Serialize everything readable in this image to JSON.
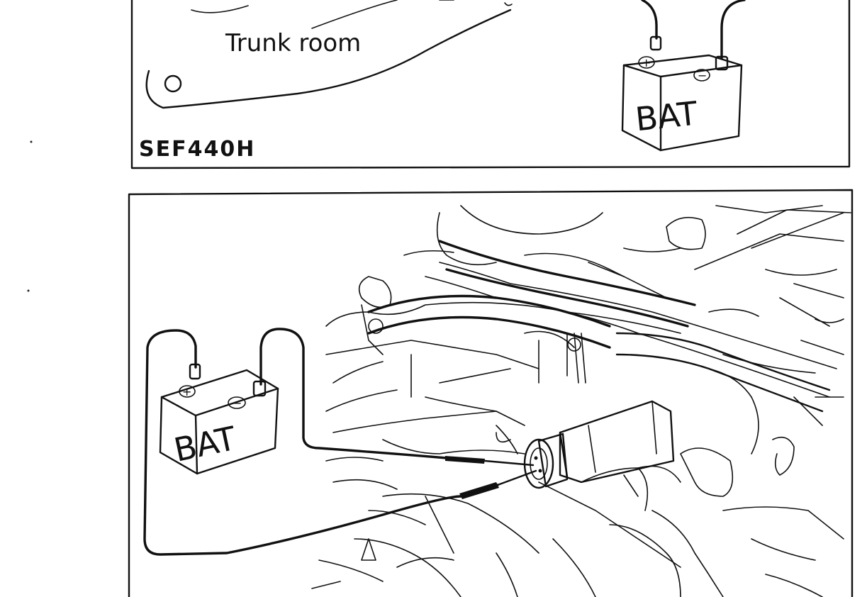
{
  "top_panel": {
    "area_label": "Trunk room",
    "figure_code": "SEF440H",
    "battery_label": "BAT",
    "positive_symbol": "+",
    "negative_symbol": "−"
  },
  "bottom_panel": {
    "battery_label": "BAT",
    "positive_symbol": "+",
    "negative_symbol": "−"
  }
}
